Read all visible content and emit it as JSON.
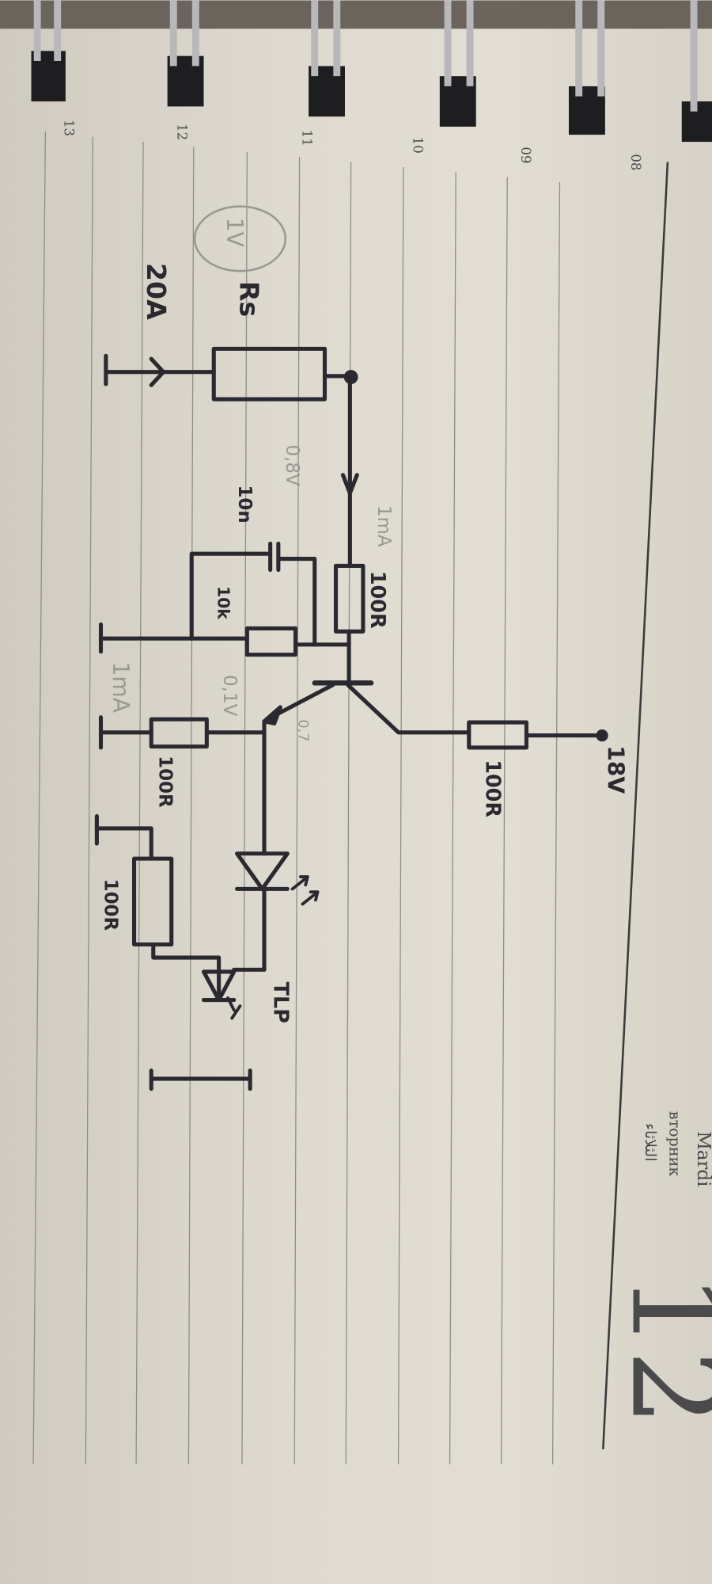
{
  "notebook": {
    "hour_labels": [
      "13",
      "12",
      "11",
      "10",
      "09",
      "08"
    ],
    "day_fr": "Mardi",
    "day_ru": "вторник",
    "day_ar": "الثلاثاء",
    "date_number": "12"
  },
  "circuit": {
    "sense_resistor": "Rs",
    "current_in": "20A",
    "sense_voltage": "1V",
    "supply": "18V",
    "collector_resistor": "100R",
    "emitter_resistor_top": "100R",
    "base_resistor": "10k",
    "capacitor": "10n",
    "emitter_resistor": "100R",
    "led_resistor": "100R",
    "optocoupler": "TLP",
    "note_current_top": "1mA",
    "note_voltage_drop": "0,8V",
    "note_base_voltage": "0,1V",
    "note_vbe": "0,7",
    "note_current_bottom": "1mA"
  }
}
